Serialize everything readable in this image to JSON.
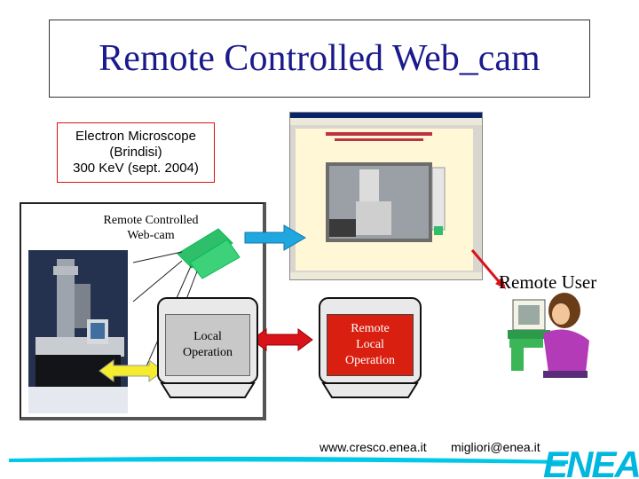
{
  "title": "Remote Controlled  Web_cam",
  "microscope_box": {
    "line1": "Electron Microscope",
    "line2": "(Brindisi)",
    "line3": "300 KeV (sept. 2004)"
  },
  "webcam_label": {
    "line1": "Remote Controlled",
    "line2": "Web-cam"
  },
  "remote_user_label": "Remote User",
  "local_operation": {
    "line1": "Local",
    "line2": "Operation"
  },
  "remote_operation": {
    "line1": "Remote",
    "line2": "Local",
    "line3": "Operation"
  },
  "footer": {
    "url": "www.cresco.enea.it",
    "email": "migliori@enea.it",
    "logo": "ENEA"
  },
  "colors": {
    "title": "#1a1a8c",
    "accent_cyan": "#00c8e8",
    "webcam_green": "#2fbf6a",
    "red_arrow": "#d8141a",
    "blue_arrow": "#1fa7e0",
    "yellow_arrow": "#f4ec2c"
  }
}
